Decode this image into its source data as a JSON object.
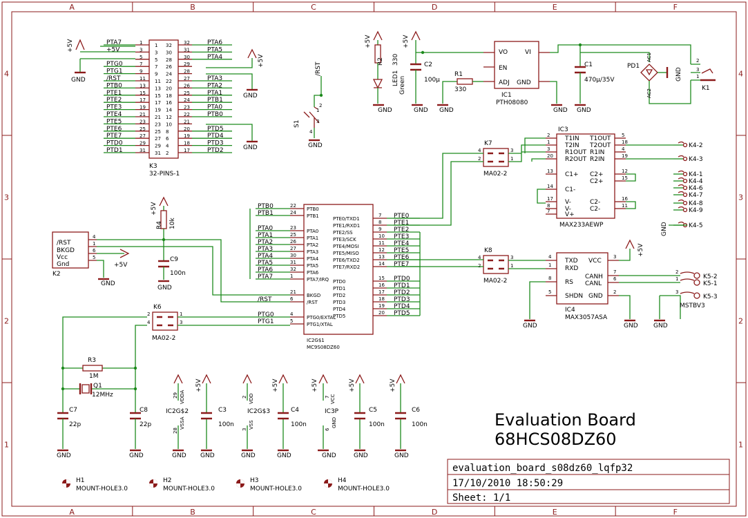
{
  "frame": {
    "zones_cols": [
      "A",
      "B",
      "C",
      "D",
      "E",
      "F"
    ],
    "zones_rows": [
      "4",
      "3",
      "2",
      "1"
    ]
  },
  "board_title": {
    "line1": "Evaluation Board",
    "line2": "68HCS08DZ60"
  },
  "title_block": {
    "filename": "evaluation_board_s08dz60_lqfp32",
    "date": "17/10/2010 18:50:29",
    "sheet": "Sheet: 1/1"
  },
  "k3": {
    "name": "K3",
    "value": "32-PINS-1",
    "left": [
      "PTA7",
      "+5V",
      "",
      "PTG0",
      "PTG1",
      "/RST",
      "PTB0",
      "PTE1",
      "PTE2",
      "PTE3",
      "PTE4",
      "PTE5",
      "PTE6",
      "PTE7",
      "PTD0",
      "PTD1"
    ],
    "right": [
      "PTA6",
      "PTA5",
      "PTA4",
      "",
      "",
      "PTA3",
      "PTA2",
      "PTA1",
      "PTB1",
      "PTA0",
      "PTB0",
      "",
      "PTD5",
      "PTD4",
      "PTD3",
      "PTD2"
    ],
    "gnd": "GND",
    "plus5v": "+5V"
  },
  "s1": {
    "name": "S1",
    "rst": "/RST",
    "gnd": "GND",
    "pins": [
      "1",
      "2",
      "3",
      "4"
    ]
  },
  "r2": {
    "name": "R2",
    "value": "330"
  },
  "led1": {
    "name": "LED1",
    "value": "Green"
  },
  "c2": {
    "name": "C2",
    "value": "100µ"
  },
  "r1": {
    "name": "R1",
    "value": "330"
  },
  "ic1": {
    "name": "IC1",
    "value": "PTH08080",
    "pins": [
      "VO",
      "EN",
      "ADJ",
      "GND",
      "VI"
    ]
  },
  "c1": {
    "name": "C1",
    "value": "470µ/35V"
  },
  "pd1": {
    "name": "PD1",
    "pins": [
      "AC1",
      "AC2"
    ],
    "gnd": "GND"
  },
  "k1": {
    "name": "K1"
  },
  "ic3": {
    "name": "IC3",
    "value": "MAX233AEWP",
    "left": [
      "T1IN",
      "T2IN",
      "R1OUT",
      "R2OUT",
      "C1+",
      "C1-",
      "V-",
      "V-",
      "V+"
    ],
    "right": [
      "T1OUT",
      "T2OUT",
      "R1IN",
      "R2IN",
      "C2+",
      "C2+",
      "C2-",
      "C2-"
    ]
  },
  "k7": {
    "name": "K7",
    "value": "MA02-2"
  },
  "k8": {
    "name": "K8",
    "value": "MA02-2"
  },
  "k6": {
    "name": "K6",
    "value": "MA02-2"
  },
  "k4": {
    "labels": [
      "K4-2",
      "K4-3",
      "K4-1",
      "K4-4",
      "K4-6",
      "K4-7",
      "K4-8",
      "K4-9",
      "K4-5"
    ],
    "gnd": "GND"
  },
  "ic2": {
    "name": "IC2G$1",
    "value": "MC9S08DZ60",
    "left": [
      "PTB0",
      "PTB1",
      "PTA0",
      "PTA1",
      "PTA2",
      "PTA3",
      "PTA4",
      "PTA5",
      "PTA6",
      "PTA7/IRQ",
      "BKGD",
      "/RST",
      "PTG0/EXTAL",
      "PTG1/XTAL"
    ],
    "right": [
      "PTE0/TXD1",
      "PTE1/RXD1",
      "PTE2/SS",
      "PTE3/SCK",
      "PTE4/MOSI",
      "PTE5/MISO",
      "PTE6/TXD2",
      "PTE7/RXD2",
      "PTD0",
      "PTD1",
      "PTD2",
      "PTD3",
      "PTD4",
      "PTD5"
    ],
    "nets_left": [
      "PTB0",
      "PTB1",
      "PTA0",
      "PTA1",
      "PTA2",
      "PTA3",
      "PTA4",
      "PTA5",
      "PTA6",
      "PTA7",
      "",
      "/RST",
      "PTG0",
      "PTG1"
    ],
    "nets_right": [
      "PTE0",
      "PTE1",
      "PTE2",
      "PTE3",
      "PTE4",
      "PTE5",
      "PTE6",
      "PTE7",
      "PTD0",
      "PTD1",
      "PTD2",
      "PTD3",
      "PTD4",
      "PTD5"
    ]
  },
  "k2": {
    "name": "K2",
    "pins": [
      "/RST",
      "BKGD",
      "Vcc",
      "Gnd"
    ],
    "plus5v": "+5V",
    "gnd": "GND"
  },
  "r4": {
    "name": "R4",
    "value": "10k",
    "plus5v": "+5V"
  },
  "c9": {
    "name": "C9",
    "value": "100n",
    "gnd": "GND"
  },
  "ic4": {
    "name": "IC4",
    "value": "MAX3057ASA",
    "left": [
      "TXD",
      "RXD",
      "RS",
      "SHDN"
    ],
    "right": [
      "VCC",
      "CANH",
      "CANL",
      "GND"
    ],
    "plus5v": "+5V",
    "gnd": "GND"
  },
  "k5": {
    "labels": [
      "K5-2",
      "K5-1",
      "K5-3"
    ],
    "mstb": "MSTBV3",
    "gnd": "GND"
  },
  "osc": {
    "r3_name": "R3",
    "r3_value": "1M",
    "q1_name": "Q1",
    "q1_value": "12MHz",
    "c7_name": "C7",
    "c7_value": "22p",
    "c8_name": "C8",
    "c8_value": "22p",
    "gnd": "GND"
  },
  "power": {
    "ic2g2": "IC2G$2",
    "ic2g3": "IC2G$3",
    "ic3p": "IC3P",
    "c3": "C3",
    "c4": "C4",
    "c5": "C5",
    "c6": "C6",
    "cap_value": "100n",
    "vdda": "VDDA",
    "vssa": "VSSA",
    "vdd": "VDD",
    "vss": "VSS",
    "vcc": "VCC",
    "gndp": "GND",
    "plus5v": "+5V",
    "gnd": "GND"
  },
  "holes": [
    {
      "name": "H1",
      "value": "MOUNT-HOLE3.0"
    },
    {
      "name": "H2",
      "value": "MOUNT-HOLE3.0"
    },
    {
      "name": "H3",
      "value": "MOUNT-HOLE3.0"
    },
    {
      "name": "H4",
      "value": "MOUNT-HOLE3.0"
    }
  ]
}
